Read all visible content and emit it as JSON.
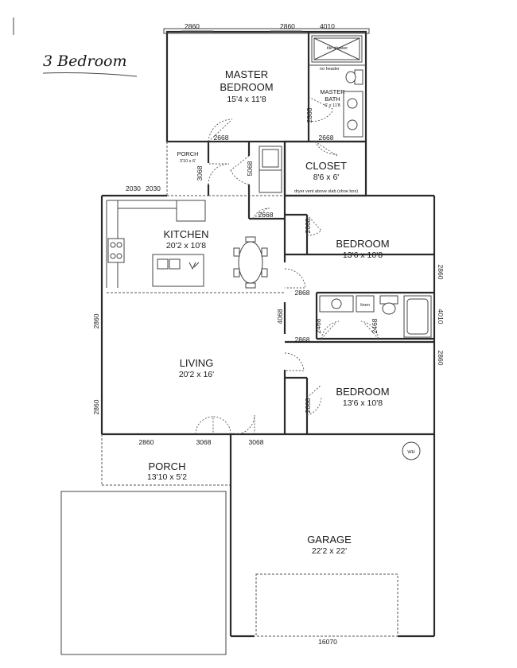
{
  "title": "3 Bedroom",
  "rooms": {
    "master_bedroom": {
      "name_line1": "MASTER",
      "name_line2": "BEDROOM",
      "size": "15'4 x 11'8"
    },
    "master_bath": {
      "name_line1": "MASTER",
      "name_line2": "BATH",
      "size": "6' x 11'8"
    },
    "closet": {
      "name": "CLOSET",
      "size": "8'6 x 6'"
    },
    "porch_small": {
      "name": "PORCH",
      "size": "3'10 x 6'"
    },
    "kitchen": {
      "name": "KITCHEN",
      "size": "20'2 x 10'8"
    },
    "bedroom_upper": {
      "name": "BEDROOM",
      "size": "13'6 x 10'8"
    },
    "living": {
      "name": "LIVING",
      "size": "20'2 x 16'"
    },
    "bedroom_lower": {
      "name": "BEDROOM",
      "size": "13'6 x 10'8"
    },
    "porch_front": {
      "name": "PORCH",
      "size": "13'10 x 5'2"
    },
    "garage": {
      "name": "GARAGE",
      "size": "22'2 x 22'"
    }
  },
  "notes": {
    "tile_shower": "tile shower",
    "no_header": "no header",
    "dryer_vent": "dryer vent above slab (shoe box)",
    "linen": "linen",
    "water_heater": "WH"
  },
  "dimensions": {
    "master_top_left": "2860",
    "master_top_right": "2860",
    "bath_top": "4010",
    "master_bath_door": "2868",
    "master_door": "2668",
    "closet_door": "2668",
    "porch_small_door": "3068",
    "pantry_door": "5068",
    "kitchen_win_1": "2030",
    "kitchen_win_2": "2030",
    "kitchen_pantry_door": "2668",
    "bedroom_upper_door": "2668",
    "bedroom_upper_win": "2860",
    "hall_door": "2868",
    "hall_opening": "4068",
    "bath_door_left": "2468",
    "bath_door_right": "2468",
    "bath_win": "4010",
    "living_win_upper": "2860",
    "living_win_lower": "2860",
    "bedroom_lower_top_door": "2868",
    "bedroom_lower_door": "2668",
    "bedroom_lower_win": "2860",
    "porch_win": "2860",
    "front_door": "3068",
    "garage_door": "3068",
    "garage_overhead": "16070"
  }
}
